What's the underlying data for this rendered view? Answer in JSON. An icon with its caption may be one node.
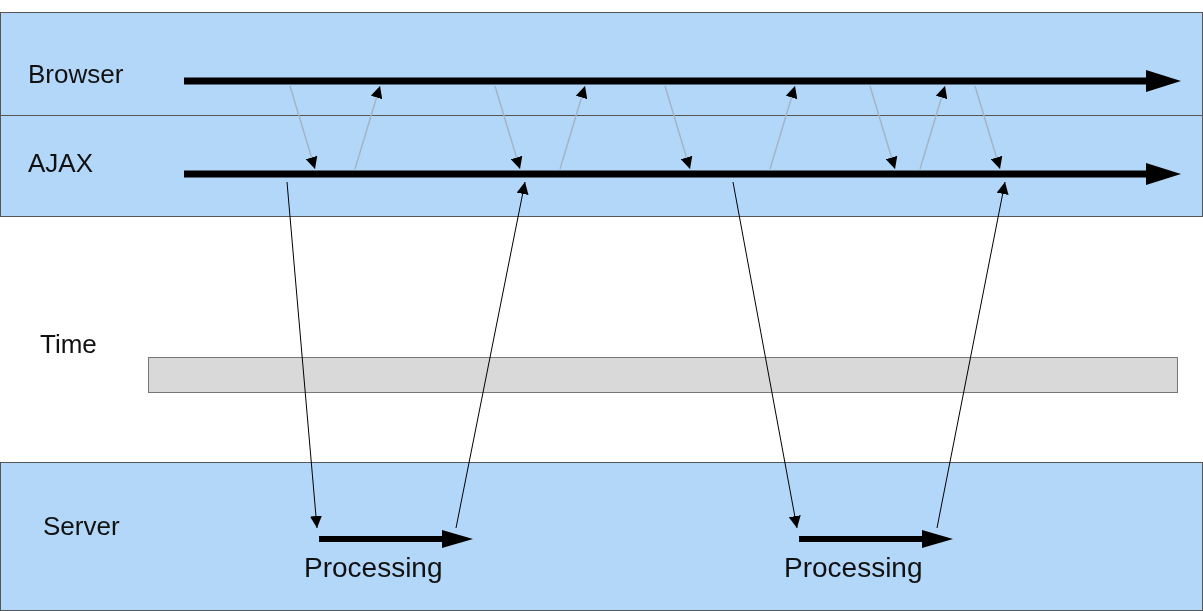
{
  "diagram": {
    "nodes": [
      {
        "text": [
          "Browser"
        ]
      },
      {
        "text": [
          "AJAX"
        ]
      },
      {
        "text": [
          "Server"
        ]
      },
      {
        "text": [
          "Processing"
        ],
        "in": 2
      },
      {
        "text": [
          "Processing"
        ],
        "in": 2
      }
    ],
    "edges": [
      {
        "from": 0,
        "to": 1,
        "arrow": "to"
      },
      {
        "from": 1,
        "to": 0,
        "arrow": "to"
      },
      {
        "from": 0,
        "to": 1,
        "arrow": "to"
      },
      {
        "from": 1,
        "to": 0,
        "arrow": "to"
      },
      {
        "from": 0,
        "to": 1,
        "arrow": "to"
      },
      {
        "from": 1,
        "to": 0,
        "arrow": "to"
      },
      {
        "from": 0,
        "to": 1,
        "arrow": "to"
      },
      {
        "from": 1,
        "to": 0,
        "arrow": "to"
      },
      {
        "from": 0,
        "to": 1,
        "arrow": "to"
      },
      {
        "from": 1,
        "to": 3,
        "arrow": "to",
        "color": "#000000"
      },
      {
        "from": 3,
        "to": 1,
        "arrow": "to",
        "color": "#000000"
      },
      {
        "from": 1,
        "to": 4,
        "arrow": "to",
        "color": "#000000"
      },
      {
        "from": 4,
        "to": 1,
        "arrow": "to",
        "color": "#000000"
      }
    ],
    "labels": [
      "Time"
    ]
  }
}
